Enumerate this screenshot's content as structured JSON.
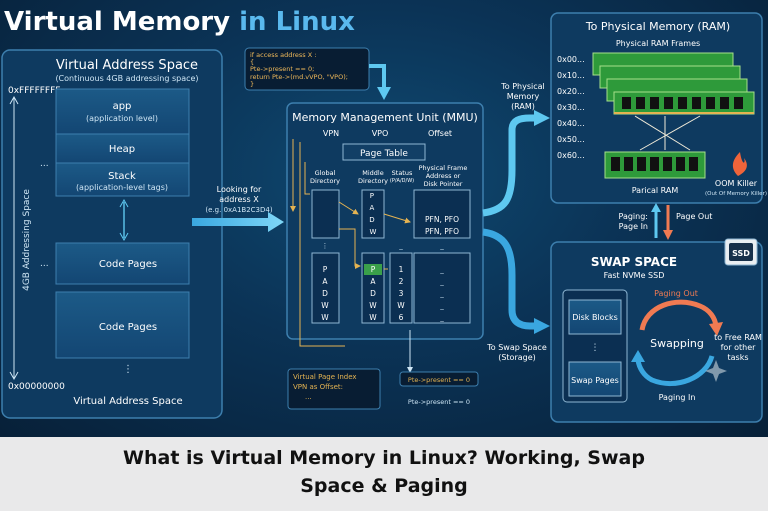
{
  "title": {
    "part1": "Virtual Memory",
    "part2": " in Linux"
  },
  "vas": {
    "title": "Virtual Address Space",
    "subtitle": "(Continuous 4GB addressing space)",
    "top_address": "0xFFFFFFFF",
    "bottom_address": "0x00000000",
    "axis_label": "4GB Addressing Space",
    "dots_left": "...",
    "dots_left2": "...",
    "app": "app",
    "app_sub": "(application level)",
    "heap": "Heap",
    "stack": "Stack",
    "stack_sub": "(application-level tags)",
    "code1": "Code Pages",
    "code2": "Code Pages",
    "footer": "Virtual Address Space"
  },
  "lookup": {
    "line1": "Looking for",
    "line2": "address X",
    "line3": "(e.g. 0xA1B2C3D4)"
  },
  "code_snippet": [
    "if access address X :",
    "{",
    "  Pte->present == 0;",
    "  return Pte->(md.vVPO, \"VPO);",
    "}"
  ],
  "mmu": {
    "title": "Memory Management Unit (MMU)",
    "col_vpn": "VPN",
    "col_vpo": "VPO",
    "col_offset": "Offset",
    "page_table": "Page Table",
    "global_dir": [
      "Global",
      "Directory"
    ],
    "middle_dir": [
      "Middle",
      "Directory"
    ],
    "status": [
      "Status",
      "(P/A/D/W)"
    ],
    "phys_frame": [
      "Physical Frame",
      "Address or",
      "Disk Pointer"
    ],
    "upper_status": [
      "P",
      "A",
      "D",
      "W"
    ],
    "pfn1": "PFN, PFO",
    "pfn2": "PFN, PFO",
    "left_col": [
      "P",
      "A",
      "D",
      "W",
      "W"
    ],
    "mid_col": [
      "P",
      "A",
      "D",
      "W",
      "W"
    ],
    "num_col": [
      "1",
      "2",
      "3",
      "W",
      "6"
    ],
    "dash": "_"
  },
  "index_box": [
    "Virtual Page Index",
    "VPN as Offset:",
    "..."
  ],
  "pte_eq": [
    "Pte->present == 0",
    "Pte->present == 0"
  ],
  "arrows": {
    "to_ram": [
      "To Physical",
      "Memory",
      "(RAM)"
    ],
    "to_swap": [
      "To Swap Space",
      "(Storage)"
    ],
    "paging_in": [
      "Paging:",
      "Page In"
    ],
    "page_out": "Page Out"
  },
  "ram": {
    "title": "To Physical Memory (RAM)",
    "frames_label": "Physical RAM Frames",
    "addresses": [
      "0x00...",
      "0x10...",
      "0x20...",
      "0x30...",
      "0x40...",
      "0x50...",
      "0x60..."
    ],
    "partial": "Parical RAM",
    "oom": "OOM Killer",
    "oom_sub": "(Out Of Memory Killer)"
  },
  "swap": {
    "title": "SWAP SPACE",
    "subtitle": "Fast NVMe SSD",
    "ssd": "SSD",
    "disk_blocks": "Disk Blocks",
    "swap_pages": "Swap Pages",
    "paging_out": "Paging Out",
    "swapping": "Swapping",
    "paging_in": "Paging In",
    "free_ram": [
      "to Free RAM",
      "for other",
      "tasks"
    ]
  },
  "caption": {
    "line1": "What is Virtual Memory in Linux? Working, Swap",
    "line2": "Space & Paging"
  },
  "colors": {
    "accent": "#5ec8f0",
    "title_blue": "#5ab9ee",
    "ram_green": "#2e9a3a",
    "orange": "#f07a52",
    "panel_border": "#3d7fae"
  }
}
